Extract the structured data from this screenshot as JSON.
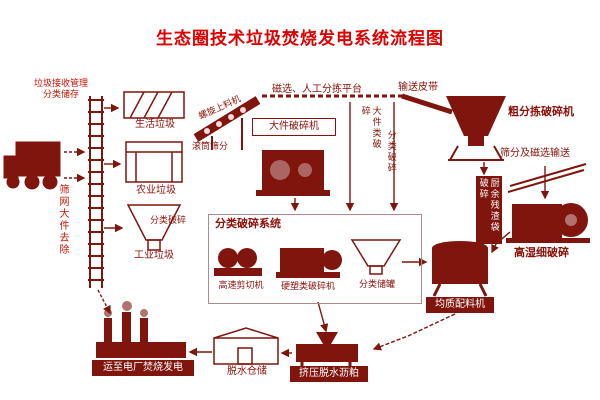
{
  "title": "生态圈技术垃圾焚烧发电系统流程图",
  "labels": {
    "receive_l1": "垃圾接收管理",
    "receive_l2": "分类储存",
    "screen_removal": "筛网大件去除",
    "household": "生活垃圾",
    "agricultural": "农业垃圾",
    "industrial": "工业垃圾",
    "classify_crush_small": "分类破碎",
    "screw_feeder": "螺旋上料机",
    "drum_screen": "滚筒筛分",
    "magnetic_platform": "磁选、人工分拣平台",
    "large_crusher": "大件破碎机",
    "belt_conveyor": "输送皮带",
    "coarse_crusher": "粗分拣破碎机",
    "large_class_crush": "大件类破碎",
    "classify_crush": "分类破碎",
    "screen_magnetic": "筛分及磁选输送",
    "kitchen_residue": "厨余残渣袋破碎",
    "wet_fine_crusher": "高湿细破碎",
    "homogenizer": "均质配料机",
    "crush_system": "分类破碎系统",
    "shear_machine": "高速剪切机",
    "plastic_crusher": "硬塑类破碎机",
    "storage_tank": "分类储罐",
    "power_plant": "运至电厂焚烧发电",
    "dewater_storage": "脱水仓储",
    "press_dewater": "挤压脱水沥粕"
  },
  "colors": {
    "title_red": "#dd0000",
    "machine_dark_red": "#7f150d",
    "label_red": "#8c1008",
    "accent_red": "#cc1100",
    "background": "#ffffff"
  }
}
